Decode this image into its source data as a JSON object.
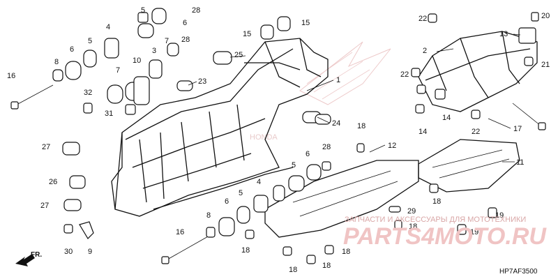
{
  "diagram": {
    "code": "HP7AF3500",
    "direction_label": "FR.",
    "watermark": {
      "caption": "ЗАПЧАСТИ И АКСЕССУАРЫ ДЛЯ МОТОТЕХНИКИ",
      "site": "PARTS4MOTO.RU",
      "brand": "HONDA"
    },
    "callouts": [
      "1",
      "2",
      "3",
      "4",
      "5",
      "6",
      "7",
      "8",
      "9",
      "10",
      "11",
      "12",
      "13",
      "14",
      "15",
      "16",
      "17",
      "18",
      "19",
      "20",
      "21",
      "22",
      "23",
      "24",
      "25",
      "26",
      "27",
      "28",
      "29",
      "30",
      "31",
      "32"
    ]
  }
}
